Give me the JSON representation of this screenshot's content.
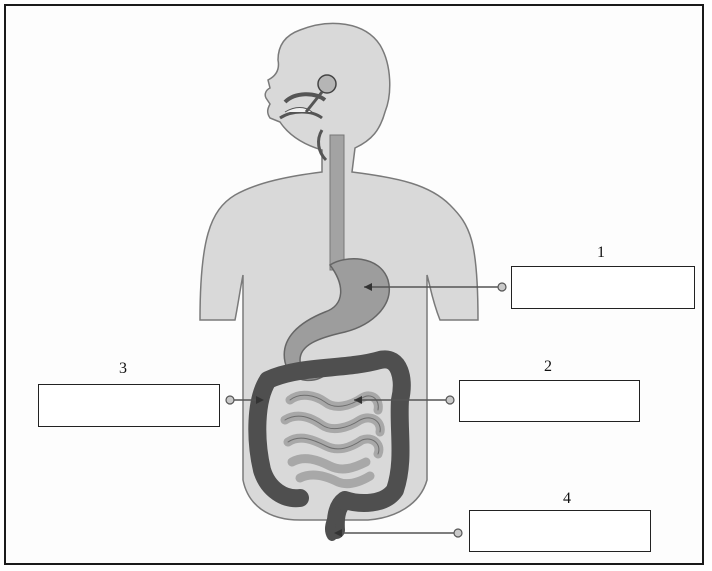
{
  "labels": {
    "one": "1",
    "two": "2",
    "three": "3",
    "four": "4"
  },
  "colors": {
    "body_fill": "#d9d9d9",
    "body_outline": "#7a7a7a",
    "esophagus": "#a3a3a3",
    "stomach": "#9d9d9d",
    "small_intestine": "#a8a8a8",
    "large_intestine": "#4f4f4f",
    "leader_line": "#555555"
  }
}
